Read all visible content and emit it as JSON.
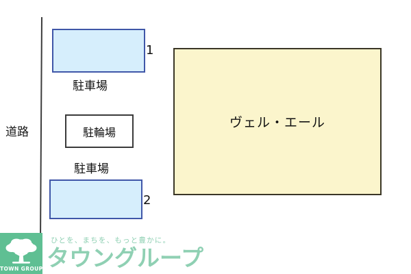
{
  "map": {
    "road": {
      "label": "道路",
      "line_color": "#3c3c3c"
    },
    "building": {
      "name": "ヴェル・エール",
      "fill_color": "#fbf5cc",
      "border_color": "#3a3626"
    },
    "parking_stalls": [
      {
        "number": "1",
        "caption": "駐車場",
        "fill_color": "#d6eefc",
        "border_color": "#3f56a8"
      },
      {
        "number": "2",
        "caption": "駐車場",
        "fill_color": "#d6eefc",
        "border_color": "#3f56a8"
      }
    ],
    "bicycle_parking": {
      "label": "駐輪場",
      "fill_color": "#ffffff",
      "border_color": "#3a3a3a"
    }
  },
  "footer": {
    "logo_mark_text": "TOWN GROUP",
    "logo_icon": "tree-icon",
    "tagline": "ひとを、まちを、もっと豊かに。",
    "wordmark": "タウングループ",
    "brand_color": "#5fbf93",
    "wordmark_color": "#8fd0b3"
  }
}
